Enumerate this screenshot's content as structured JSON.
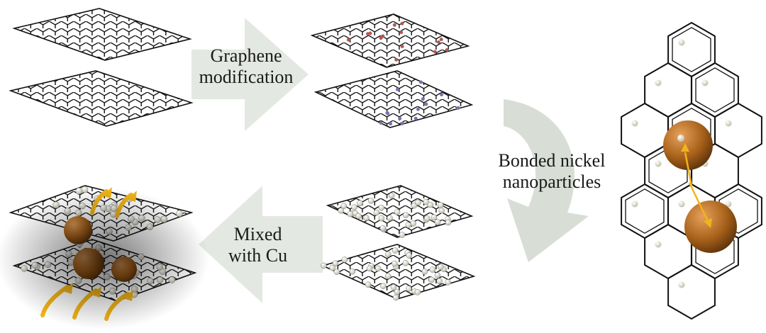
{
  "labels": {
    "graphene_modification_line1": "Graphene",
    "graphene_modification_line2": "modification",
    "bonded_nickel_line1": "Bonded nickel",
    "bonded_nickel_line2": "nanoparticles",
    "mixed_cu_line1": "Mixed",
    "mixed_cu_line2": "with Cu"
  },
  "colors": {
    "arrow_fill": "#e4e8e2",
    "curved_arrow_fill": "#d8ded6",
    "nickel": "#a8611a",
    "nickel_highlight": "#e6a15a",
    "bond_arrow": "#f2b418",
    "lattice": "#111111",
    "hydrogen_dot": "#e9e7d8"
  }
}
